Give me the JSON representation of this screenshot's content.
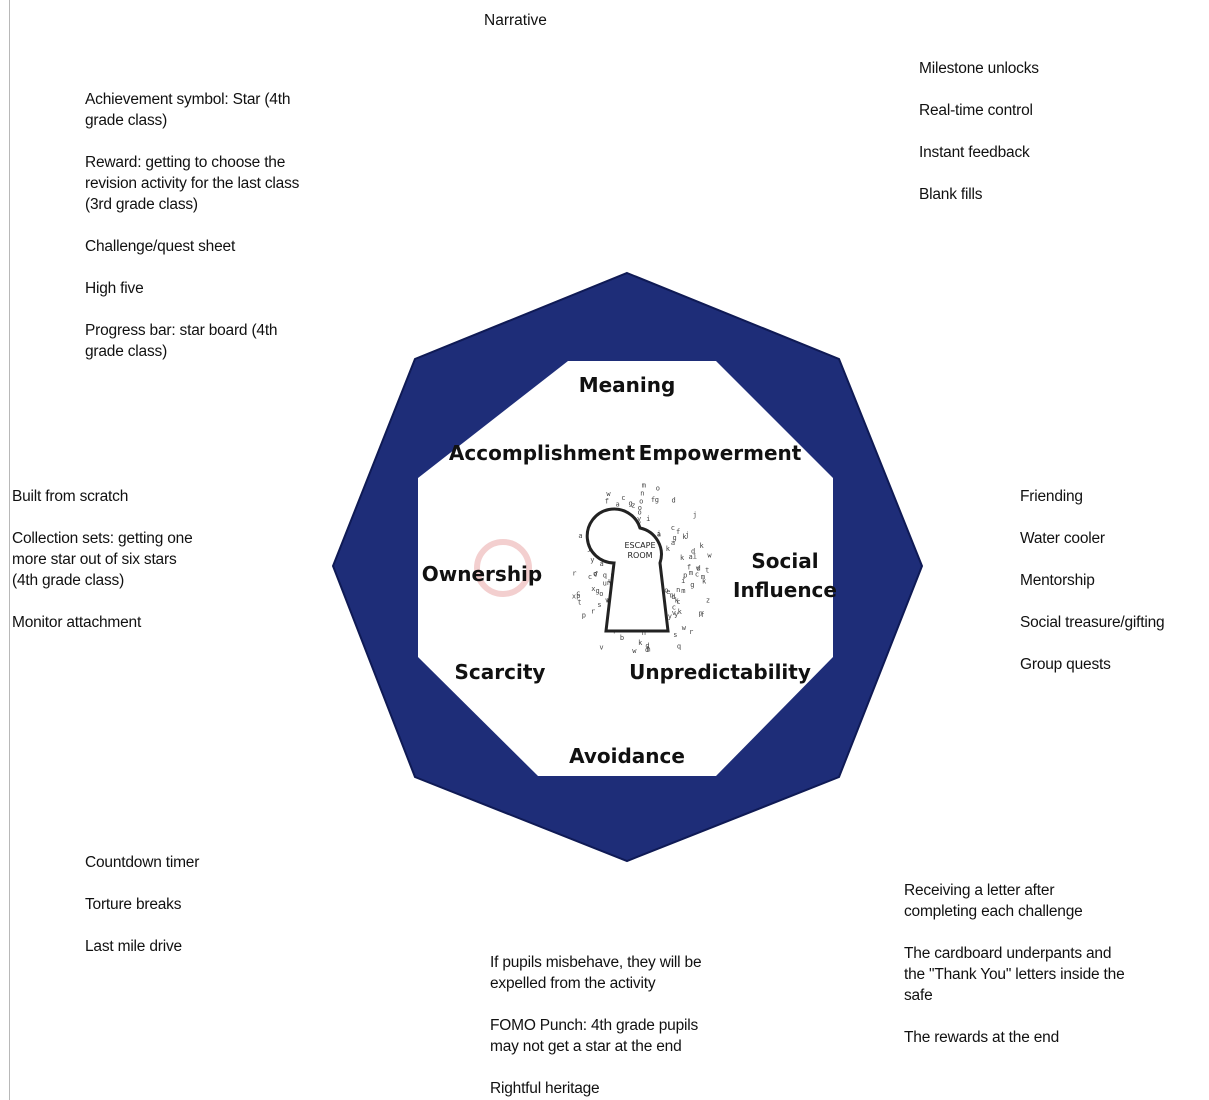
{
  "top_title": "Narrative",
  "colors": {
    "octagon_fill": "#1e2d78",
    "octagon_dark": "#0f1a55",
    "inner_fill": "#ffffff"
  },
  "center_icon": "escape-room-keyhole-icon",
  "center_icon_text": [
    "ESCAPE",
    "ROOM"
  ],
  "octagon_labels": {
    "meaning": "Meaning",
    "accomplishment": "Accomplishment",
    "empowerment": "Empowerment",
    "ownership": "Ownership",
    "social_line1": "Social",
    "social_line2": "Influence",
    "scarcity": "Scarcity",
    "unpredictability": "Unpredictability",
    "avoidance": "Avoidance"
  },
  "groups": {
    "accomplishment_items": [
      "Achievement symbol: Star (4th\ngrade class)",
      "Reward: getting to choose the\nrevision activity for the last class\n(3rd grade class)",
      "Challenge/quest sheet",
      "High five",
      "Progress bar: star board (4th\ngrade class)"
    ],
    "empowerment_items": [
      "Milestone unlocks",
      "Real-time control",
      "Instant feedback",
      "Blank fills"
    ],
    "ownership_items": [
      "Built from scratch",
      "Collection sets: getting one\nmore star out of six stars\n(4th grade class)",
      "Monitor attachment"
    ],
    "social_items": [
      "Friending",
      "Water cooler",
      "Mentorship",
      "Social treasure/gifting",
      "Group quests"
    ],
    "scarcity_items": [
      "Countdown timer",
      "Torture breaks",
      "Last mile drive"
    ],
    "avoidance_items": [
      "If pupils misbehave, they will be\nexpelled from the activity",
      "FOMO Punch: 4th grade pupils\nmay not get a star at the end",
      "Rightful heritage"
    ],
    "unpredictability_items": [
      "Receiving a letter after\ncompleting each challenge",
      "The cardboard underpants and\nthe \"Thank You\" letters inside the\nsafe",
      "The rewards at the end"
    ]
  }
}
